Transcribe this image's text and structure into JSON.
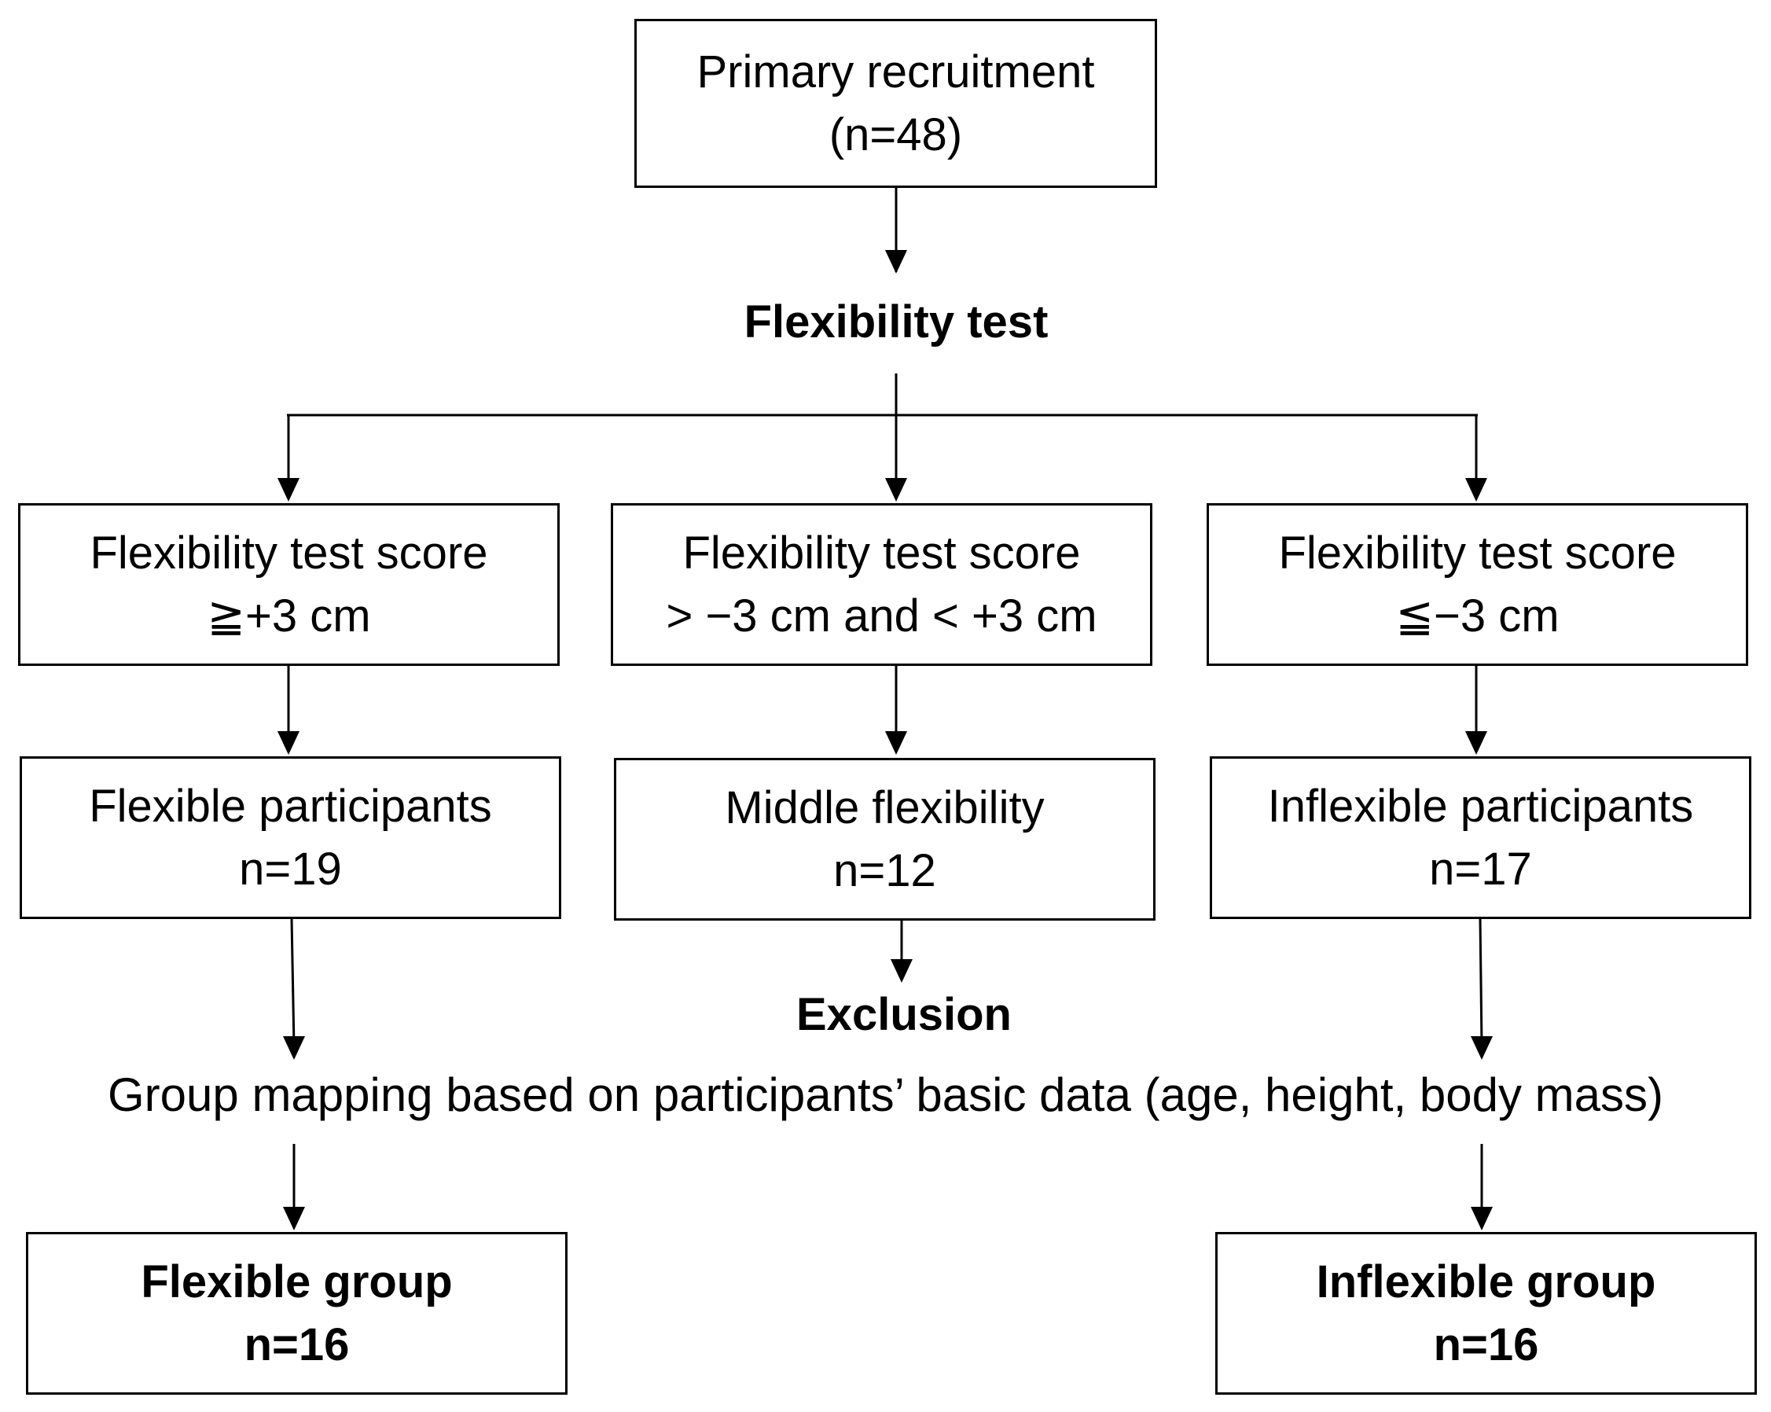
{
  "recruitment": {
    "title": "Primary recruitment",
    "n": "(n=48)"
  },
  "flexibility_test_label": "Flexibility test",
  "score_boxes": [
    {
      "title": "Flexibility test score",
      "criterion": "≧+3 cm"
    },
    {
      "title": "Flexibility test score",
      "criterion": "> −3 cm and < +3 cm"
    },
    {
      "title": "Flexibility test score",
      "criterion": "≦−3 cm"
    }
  ],
  "participant_boxes": [
    {
      "title": "Flexible participants",
      "n": "n=19"
    },
    {
      "title": "Middle flexibility",
      "n": "n=12"
    },
    {
      "title": "Inflexible participants",
      "n": "n=17"
    }
  ],
  "exclusion_label": "Exclusion",
  "group_mapping_label": "Group mapping based on participants’ basic data (age, height, body mass)",
  "final_groups": [
    {
      "title": "Flexible group",
      "n": "n=16"
    },
    {
      "title": "Inflexible group",
      "n": "n=16"
    }
  ]
}
